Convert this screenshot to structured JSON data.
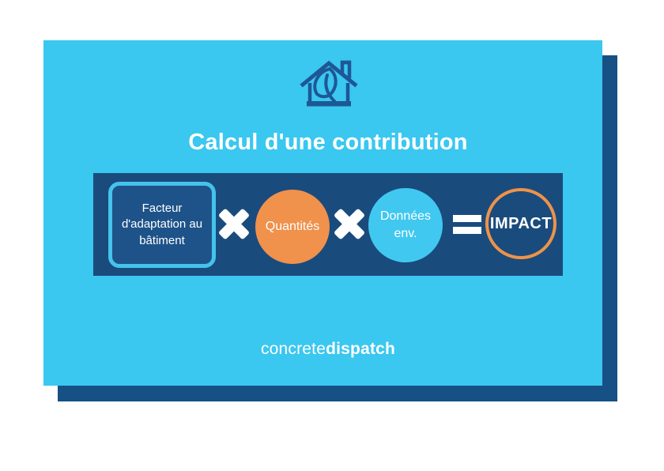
{
  "diagram": {
    "title": "Calcul d'une contribution",
    "formula": {
      "factor": "Facteur d'adaptation au bâtiment",
      "operator_multiply": "×",
      "quantities": "Quantités",
      "env_data": "Données env.",
      "operator_equals": "=",
      "result": "IMPACT"
    },
    "brand": {
      "regular": "concrete",
      "bold": "dispatch"
    },
    "icons": {
      "header_icon": "house-with-leaf-icon",
      "multiply_icon": "heavy-multiplication-x",
      "equals_icon": "equals-bars"
    },
    "colors": {
      "card_bg": "#3AC7F0",
      "shadow_bg": "#175084",
      "band_bg": "#1A4B7D",
      "box_fill": "#1E5389",
      "box_border": "#44C3EC",
      "circle_orange": "#F0914C",
      "circle_blue": "#41C8F0",
      "ring_orange": "#EE9349",
      "icon_stroke": "#1E5796",
      "text": "#FFFFFF"
    }
  }
}
